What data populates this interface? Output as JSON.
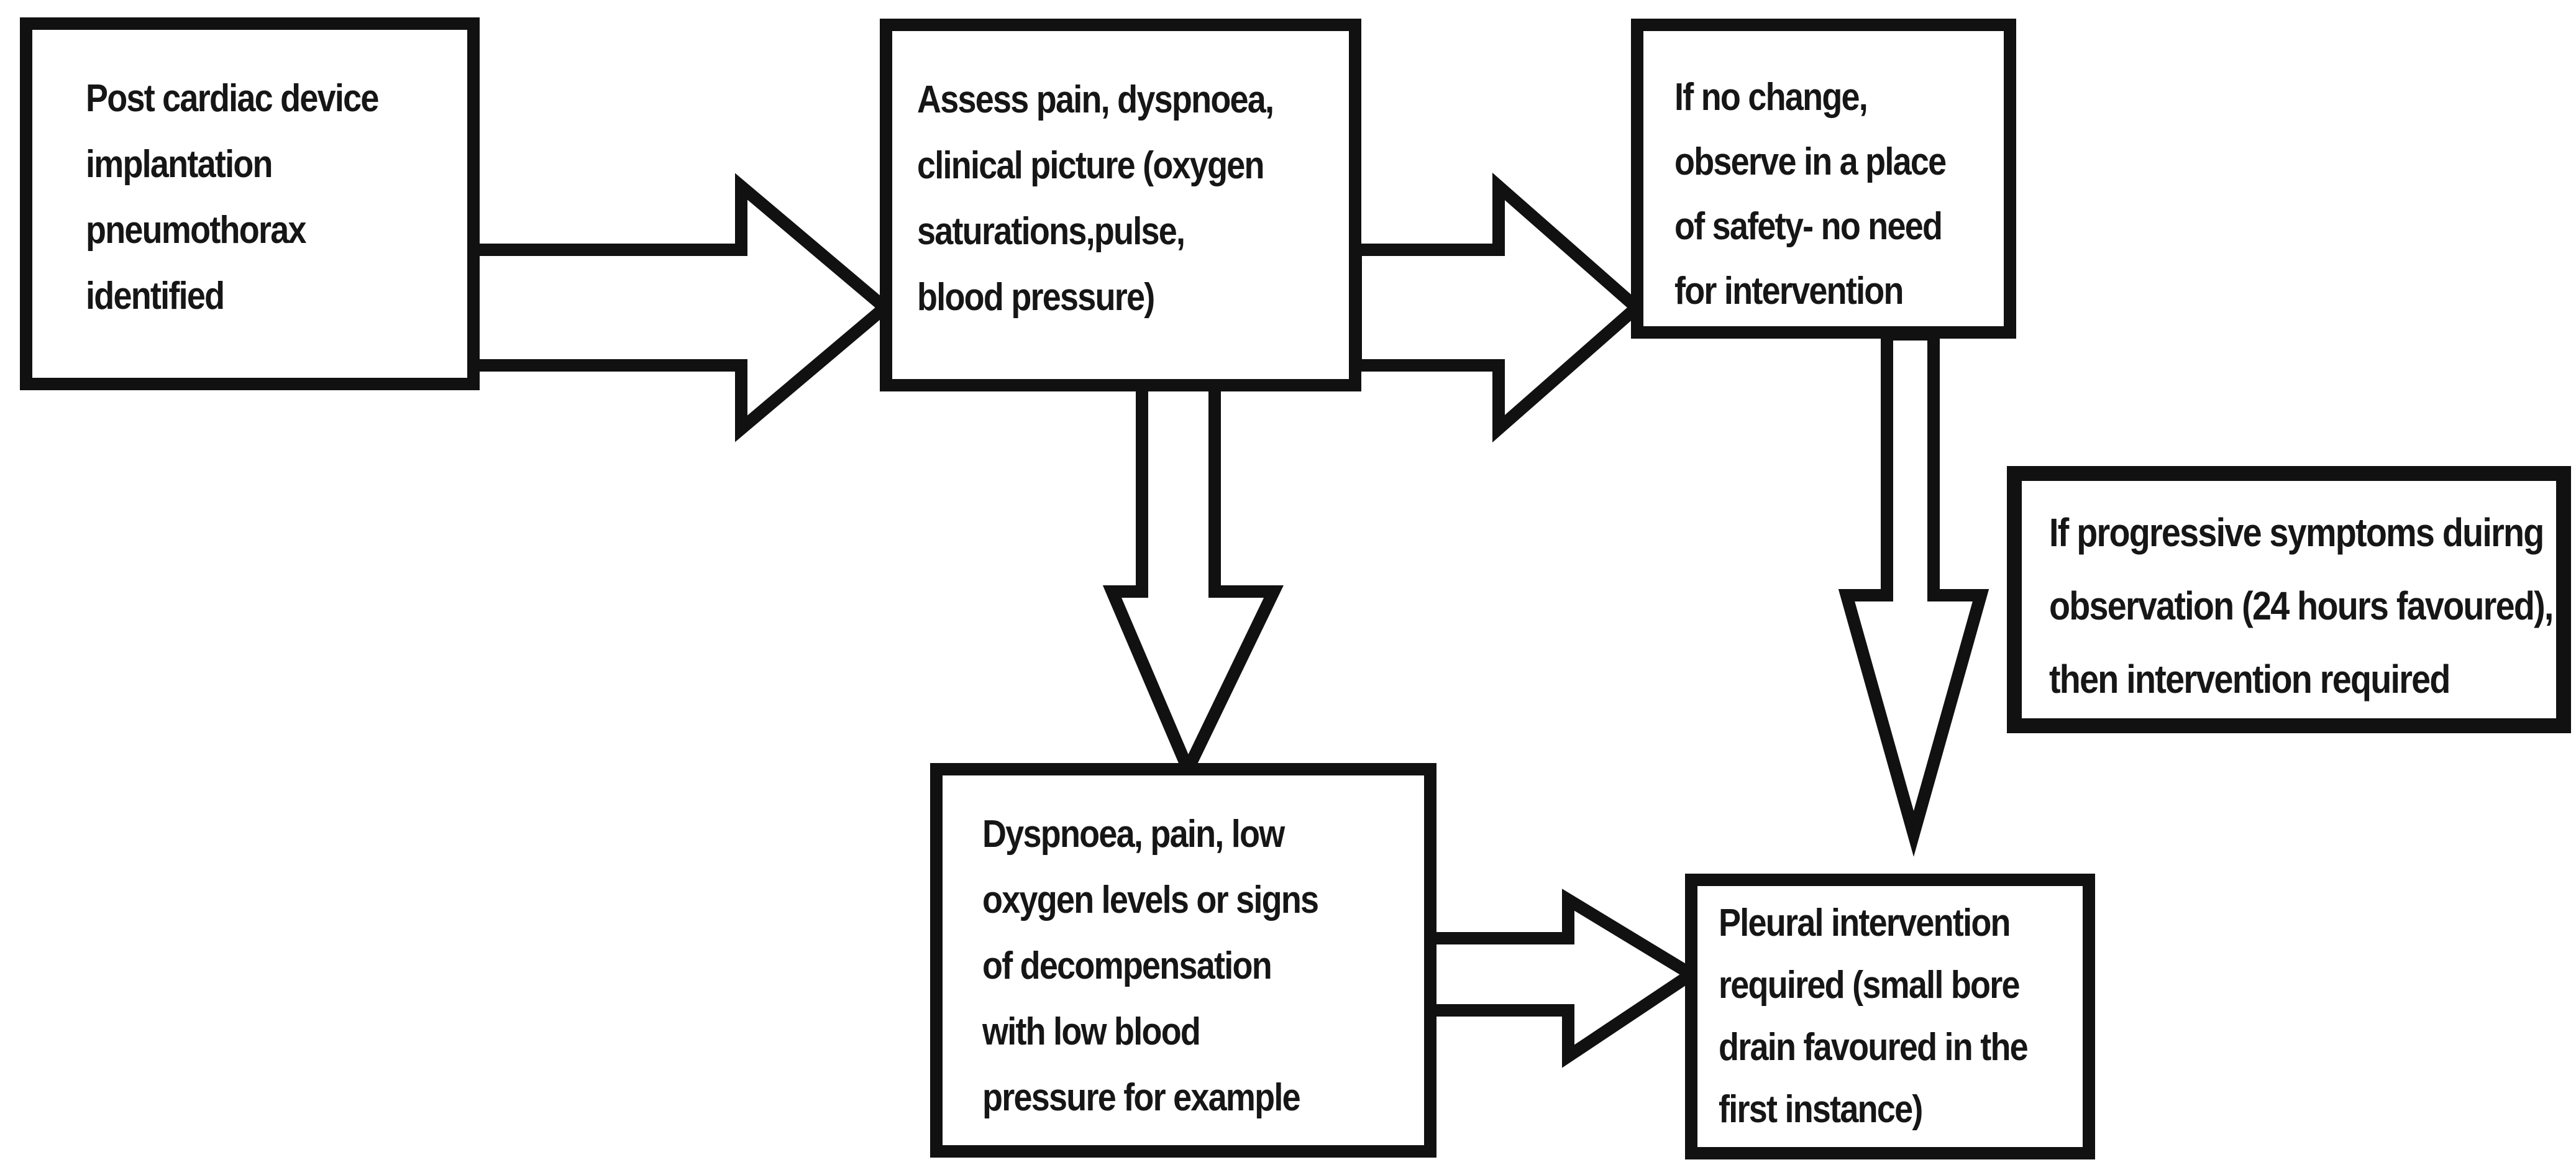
{
  "diagram": {
    "title": "Post cardiac device implantation pneumothorax management flowchart",
    "colors": {
      "background": "#ffffff",
      "stroke": "#111111",
      "text": "#161616"
    },
    "nodes": [
      {
        "id": "start",
        "label": "Post cardiac device\nimplantation\npneumothorax\nidentified"
      },
      {
        "id": "assess",
        "label": "Assess pain, dyspnoea,\nclinical picture (oxygen\nsaturations,pulse,\nblood pressure)"
      },
      {
        "id": "no-change-observe",
        "label": "If no change,\nobserve in a place\nof safety- no need\nfor intervention"
      },
      {
        "id": "deterioration-signs",
        "label": "Dyspnoea, pain, low\noxygen levels or signs\nof decompensation\nwith low blood\npressure for example"
      },
      {
        "id": "pleural-intervention",
        "label": "Pleural intervention\nrequired (small bore\ndrain favoured in the\nfirst instance)"
      },
      {
        "id": "progressive-symptoms-note",
        "label": "If progressive symptoms duirng\nobservation (24 hours favoured),\nthen intervention required"
      }
    ],
    "connectors": [
      {
        "from": "start",
        "to": "assess",
        "direction": "right"
      },
      {
        "from": "assess",
        "to": "no-change-observe",
        "direction": "right"
      },
      {
        "from": "assess",
        "to": "deterioration-signs",
        "direction": "down"
      },
      {
        "from": "no-change-observe",
        "to": "pleural-intervention",
        "direction": "down"
      },
      {
        "from": "deterioration-signs",
        "to": "pleural-intervention",
        "direction": "right"
      }
    ]
  }
}
